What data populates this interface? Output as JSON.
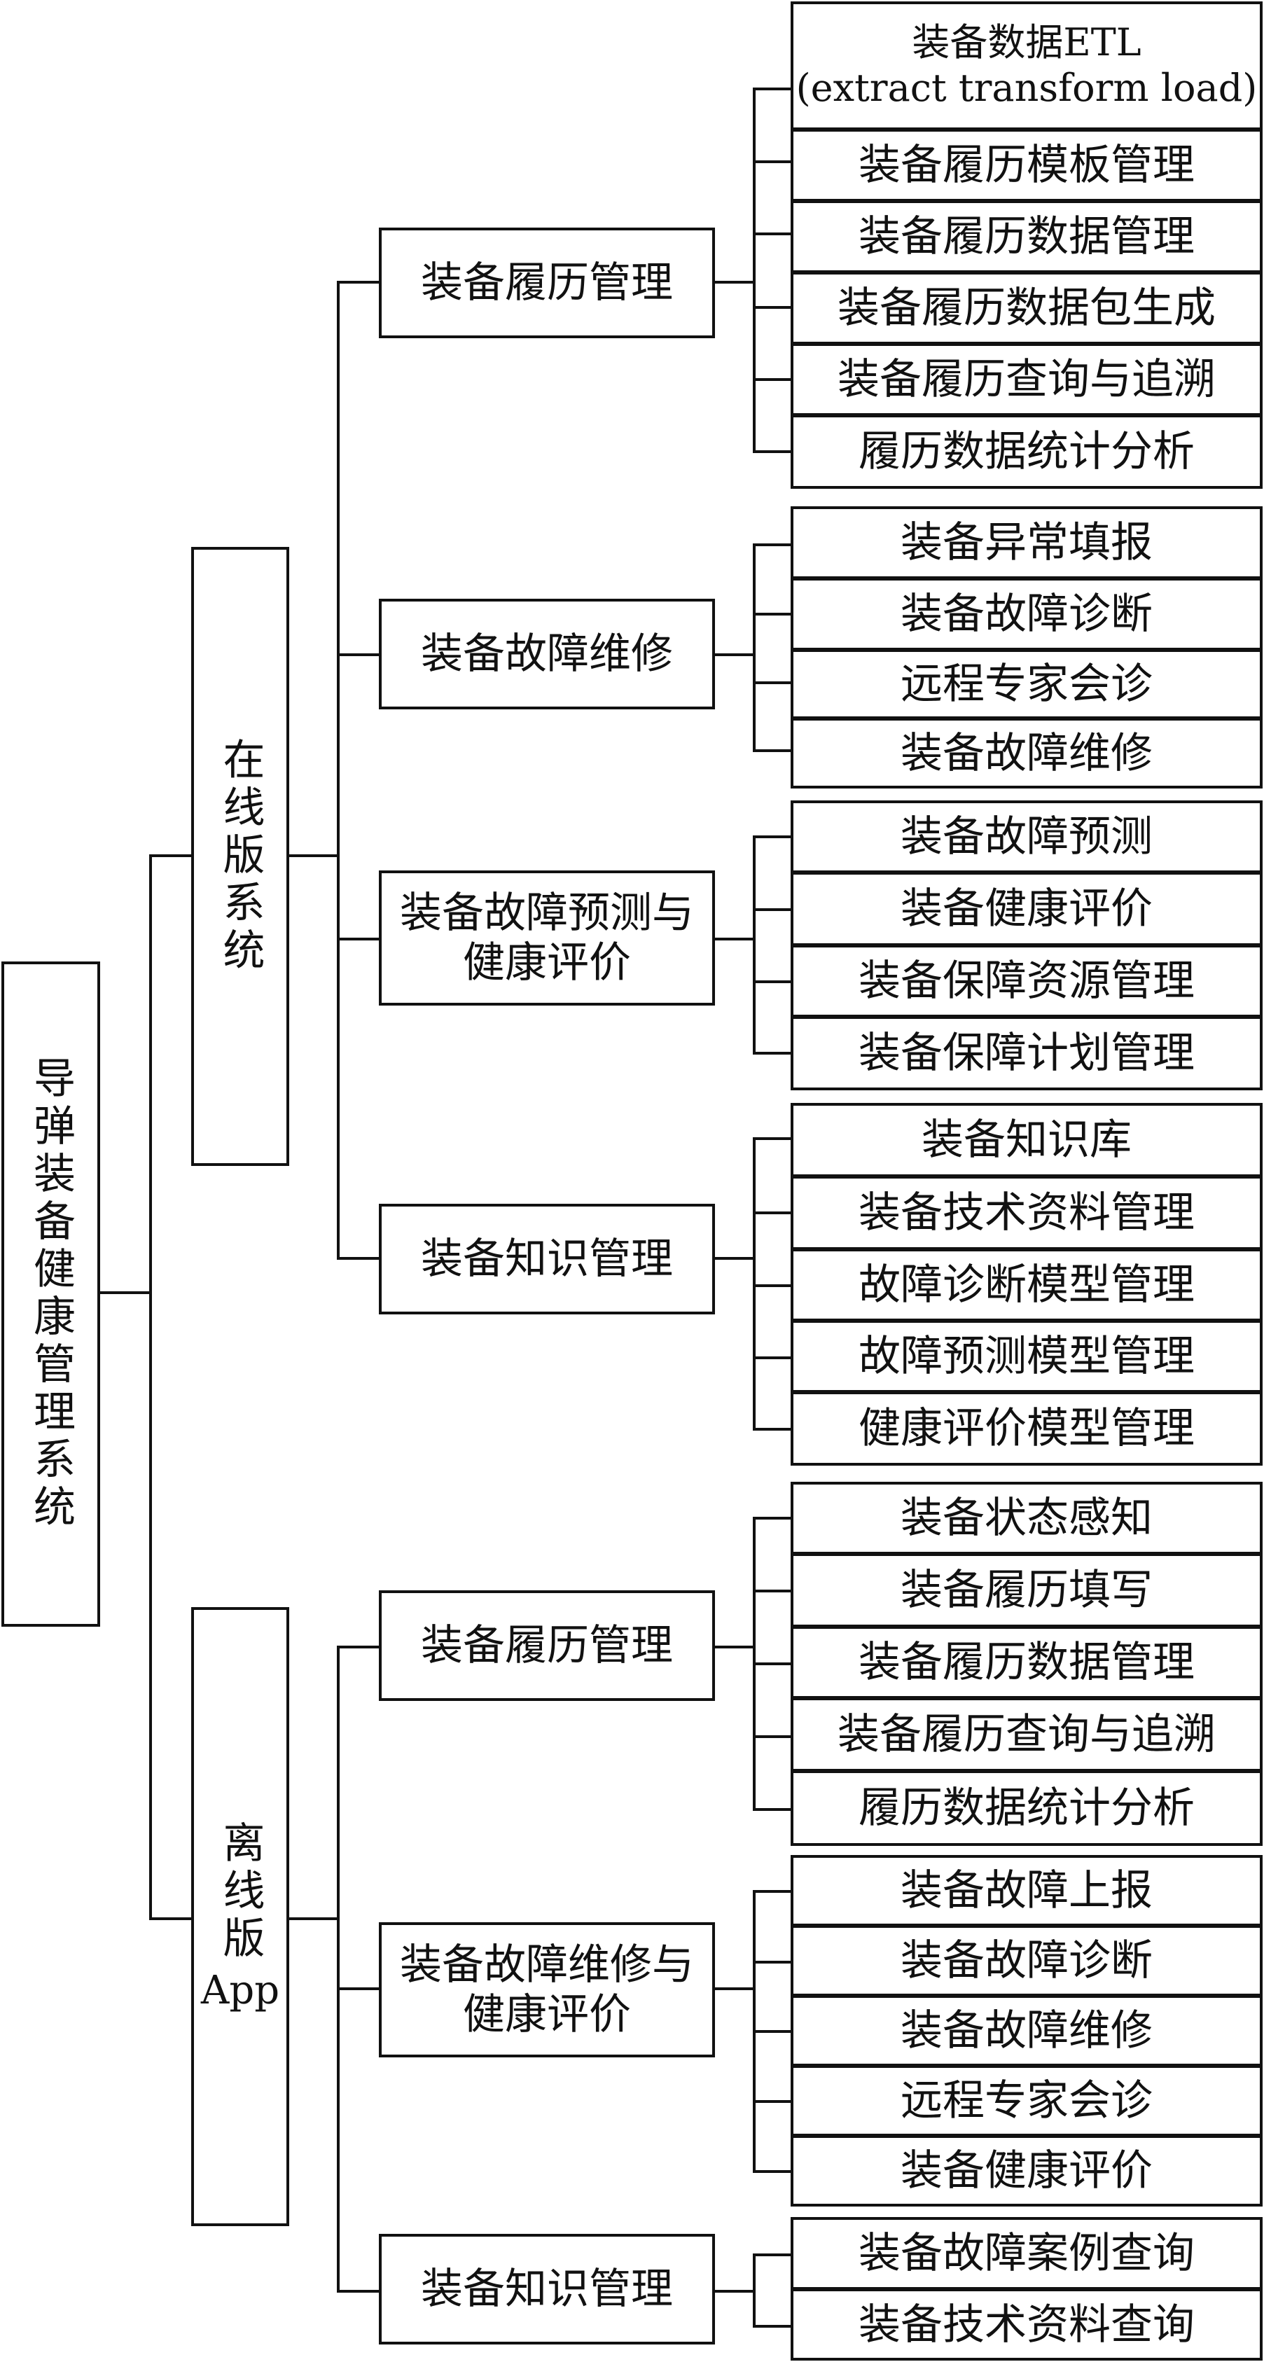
{
  "root": "导弹装备健康管理系统",
  "branches": [
    {
      "label": "在线版系统",
      "groups": [
        {
          "label": "装备履历管理",
          "items": [
            "装备数据ETL\n(extract transform load)",
            "装备履历模板管理",
            "装备履历数据管理",
            "装备履历数据包生成",
            "装备履历查询与追溯",
            "履历数据统计分析"
          ]
        },
        {
          "label": "装备故障维修",
          "items": [
            "装备异常填报",
            "装备故障诊断",
            "远程专家会诊",
            "装备故障维修"
          ]
        },
        {
          "label": "装备故障预测与\n健康评价",
          "items": [
            "装备故障预测",
            "装备健康评价",
            "装备保障资源管理",
            "装备保障计划管理"
          ]
        },
        {
          "label": "装备知识管理",
          "items": [
            "装备知识库",
            "装备技术资料管理",
            "故障诊断模型管理",
            "故障预测模型管理",
            "健康评价模型管理"
          ]
        }
      ]
    },
    {
      "label": "离线版",
      "label_suffix": "App",
      "groups": [
        {
          "label": "装备履历管理",
          "items": [
            "装备状态感知",
            "装备履历填写",
            "装备履历数据管理",
            "装备履历查询与追溯",
            "履历数据统计分析"
          ]
        },
        {
          "label": "装备故障维修与\n健康评价",
          "items": [
            "装备故障上报",
            "装备故障诊断",
            "装备故障维修",
            "远程专家会诊",
            "装备健康评价"
          ]
        },
        {
          "label": "装备知识管理",
          "items": [
            "装备故障案例查询",
            "装备技术资料查询"
          ]
        }
      ]
    }
  ]
}
